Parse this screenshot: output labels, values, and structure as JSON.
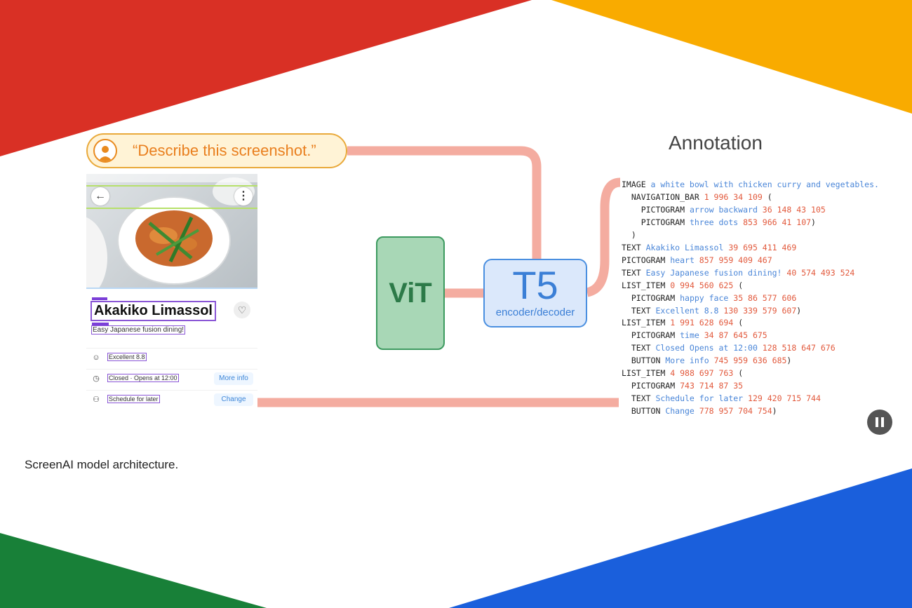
{
  "prompt": {
    "text": "“Describe this screenshot.”"
  },
  "phone": {
    "title": "Akakiko Limassol",
    "subtitle": "Easy Japanese fusion dining!",
    "rows": [
      {
        "icon": "☺",
        "text": "Excellent 8.8",
        "button": ""
      },
      {
        "icon": "◷",
        "text": "Closed · Opens at 12:00",
        "button": "More info"
      },
      {
        "icon": "⚇",
        "text": "Schedule for later",
        "button": "Change"
      }
    ]
  },
  "vit": {
    "label": "ViT"
  },
  "t5": {
    "label": "T5",
    "sublabel": "encoder/decoder"
  },
  "annotation": {
    "title": "Annotation",
    "lines": [
      [
        [
          "k",
          "IMAGE "
        ],
        [
          "d",
          "a white bowl with chicken curry and vegetables."
        ]
      ],
      [
        [
          "k",
          "  NAVIGATION_BAR "
        ],
        [
          "n",
          "1 996 34 109"
        ],
        [
          "k",
          " ("
        ]
      ],
      [
        [
          "k",
          "    PICTOGRAM "
        ],
        [
          "d",
          "arrow backward "
        ],
        [
          "n",
          "36 148 43 105"
        ]
      ],
      [
        [
          "k",
          "    PICTOGRAM "
        ],
        [
          "d",
          "three dots "
        ],
        [
          "n",
          "853 966 41 107"
        ],
        [
          "k",
          ")"
        ]
      ],
      [
        [
          "k",
          "  )"
        ]
      ],
      [
        [
          "k",
          "TEXT "
        ],
        [
          "d",
          "Akakiko Limassol "
        ],
        [
          "n",
          "39 695 411 469"
        ]
      ],
      [
        [
          "k",
          "PICTOGRAM "
        ],
        [
          "d",
          "heart "
        ],
        [
          "n",
          "857 959 409 467"
        ]
      ],
      [
        [
          "k",
          "TEXT "
        ],
        [
          "d",
          "Easy Japanese fusion dining! "
        ],
        [
          "n",
          "40 574 493 524"
        ]
      ],
      [
        [
          "k",
          "LIST_ITEM "
        ],
        [
          "n",
          "0 994 560 625"
        ],
        [
          "k",
          " ("
        ]
      ],
      [
        [
          "k",
          "  PICTOGRAM "
        ],
        [
          "d",
          "happy face "
        ],
        [
          "n",
          "35 86 577 606"
        ]
      ],
      [
        [
          "k",
          "  TEXT "
        ],
        [
          "d",
          "Excellent 8.8 "
        ],
        [
          "n",
          "130 339 579 607"
        ],
        [
          "k",
          ")"
        ]
      ],
      [
        [
          "k",
          "LIST_ITEM "
        ],
        [
          "n",
          "1 991 628 694"
        ],
        [
          "k",
          " ("
        ]
      ],
      [
        [
          "k",
          "  PICTOGRAM "
        ],
        [
          "d",
          "time "
        ],
        [
          "n",
          "34 87 645 675"
        ]
      ],
      [
        [
          "k",
          "  TEXT "
        ],
        [
          "d",
          "Closed Opens at 12:00 "
        ],
        [
          "n",
          "128 518 647 676"
        ]
      ],
      [
        [
          "k",
          "  BUTTON "
        ],
        [
          "d",
          "More info "
        ],
        [
          "n",
          "745 959 636 685"
        ],
        [
          "k",
          ")"
        ]
      ],
      [
        [
          "k",
          "LIST_ITEM "
        ],
        [
          "n",
          "4 988 697 763"
        ],
        [
          "k",
          " ("
        ]
      ],
      [
        [
          "k",
          "  PICTOGRAM "
        ],
        [
          "n",
          "743 714 87 35"
        ]
      ],
      [
        [
          "k",
          "  TEXT "
        ],
        [
          "d",
          "Schedule for later "
        ],
        [
          "n",
          "129 420 715 744"
        ]
      ],
      [
        [
          "k",
          "  BUTTON "
        ],
        [
          "d",
          "Change "
        ],
        [
          "n",
          "778 957 704 754"
        ],
        [
          "k",
          ")"
        ]
      ]
    ]
  },
  "caption": "ScreenAI model architecture.",
  "colors": {
    "red": "#d93025",
    "yellow": "#f9ab00",
    "green": "#188038",
    "blue": "#1a5fdc",
    "connector": "#f4aca0",
    "vit_fill": "#a8d7b6",
    "t5_fill": "#dbe8fb"
  },
  "icons": {
    "avatar": "person-icon",
    "pause": "pause-icon",
    "back": "arrow-back-icon",
    "more": "three-dots-icon",
    "heart": "heart-icon"
  }
}
